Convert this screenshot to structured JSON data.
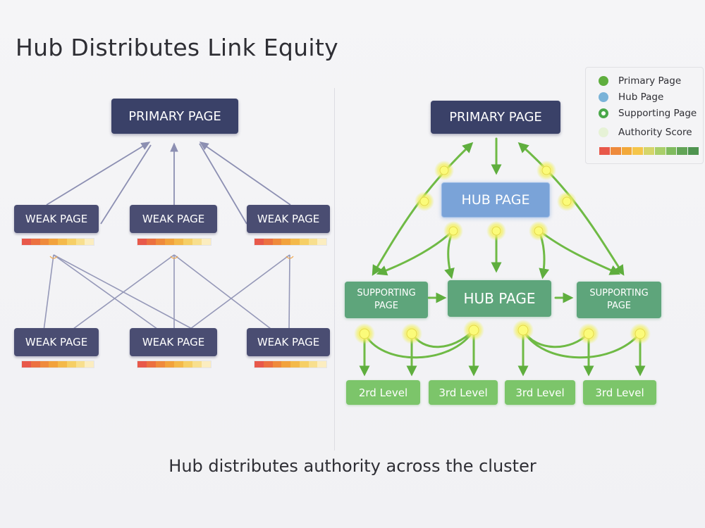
{
  "title": "Hub Distributes Link Equity",
  "caption": "Hub distributes authority across the cluster",
  "left": {
    "primary": "PRIMARY PAGE",
    "weak_top": [
      "WEAK PAGE",
      "WEAK PAGE",
      "WEAK PAGE"
    ],
    "weak_bottom": [
      "WEAK PAGE",
      "WEAK PAGE",
      "WEAK PAGE"
    ]
  },
  "right": {
    "primary": "PRIMARY PAGE",
    "hub_top": "HUB PAGE",
    "supporting_left": "SUPPORTING PAGE",
    "hub_center": "HUB PAGE",
    "supporting_right": "SUPPORTING PAGE",
    "levels": [
      "2rd Level",
      "3rd Level",
      "3rd Level",
      "3rd Level"
    ]
  },
  "legend": {
    "items": [
      "Primary Page",
      "Hub Page",
      "Supporting Page",
      "Authority Score"
    ],
    "scale_colors": [
      "#e8584a",
      "#ee8a3c",
      "#f2a83a",
      "#f5c54a",
      "#d5d56a",
      "#a9cf6a",
      "#7fbb5e",
      "#62a456",
      "#4f9450"
    ]
  },
  "meter_colors": [
    "#e8584a",
    "#ec7040",
    "#ef8a3c",
    "#f2a23c",
    "#f4b94a",
    "#f6cf66",
    "#f8df8e",
    "#fbedc0"
  ]
}
